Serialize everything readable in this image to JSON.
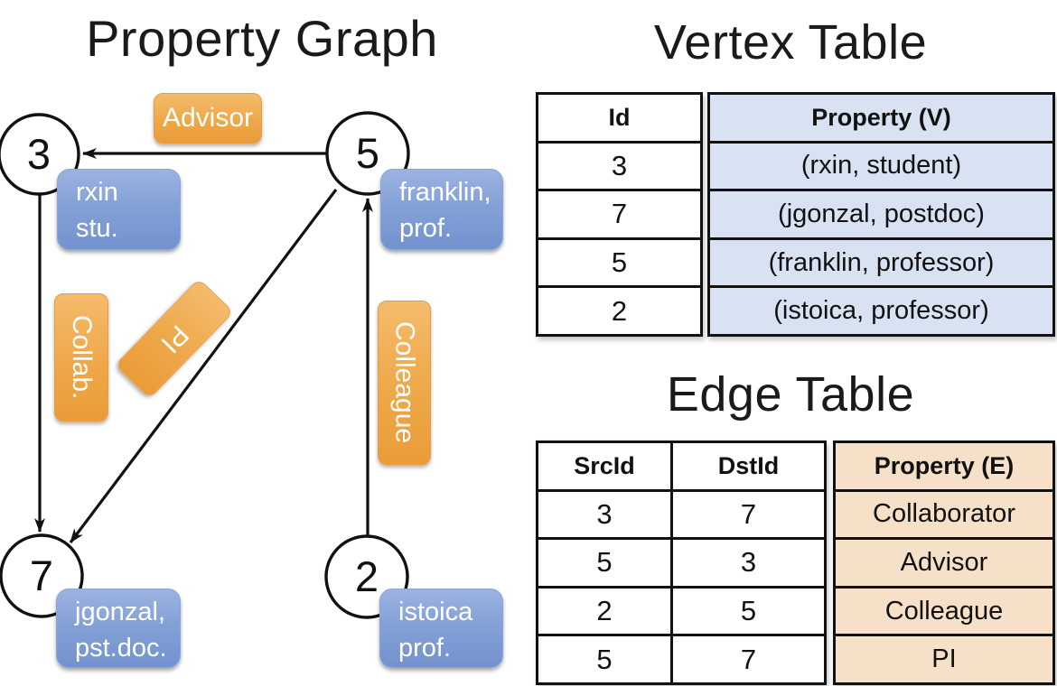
{
  "graph": {
    "title": "Property Graph",
    "nodes": [
      {
        "id": "3",
        "line1": "rxin",
        "line2": "stu."
      },
      {
        "id": "5",
        "line1": "franklin,",
        "line2": "prof."
      },
      {
        "id": "7",
        "line1": "jgonzal,",
        "line2": "pst.doc."
      },
      {
        "id": "2",
        "line1": "istoica",
        "line2": "prof."
      }
    ],
    "edge_labels": {
      "advisor": "Advisor",
      "collab": "Collab.",
      "pi": "PI",
      "colleague": "Colleague"
    }
  },
  "vertex_table": {
    "title": "Vertex Table",
    "columns": [
      "Id",
      "Property (V)"
    ],
    "rows": [
      [
        "3",
        "(rxin, student)"
      ],
      [
        "7",
        "(jgonzal, postdoc)"
      ],
      [
        "5",
        "(franklin, professor)"
      ],
      [
        "2",
        "(istoica, professor)"
      ]
    ]
  },
  "edge_table": {
    "title": "Edge Table",
    "columns": [
      "SrcId",
      "DstId",
      "Property (E)"
    ],
    "rows": [
      [
        "3",
        "7",
        "Collaborator"
      ],
      [
        "5",
        "3",
        "Advisor"
      ],
      [
        "2",
        "5",
        "Colleague"
      ],
      [
        "5",
        "7",
        "PI"
      ]
    ]
  },
  "colors": {
    "edge_label_orange": "#EEA849",
    "vertex_box_blue": "#7E9CD4",
    "vertex_property_bg": "#D9E2F3",
    "edge_property_bg": "#F6E0C8",
    "line_black": "#111111"
  }
}
